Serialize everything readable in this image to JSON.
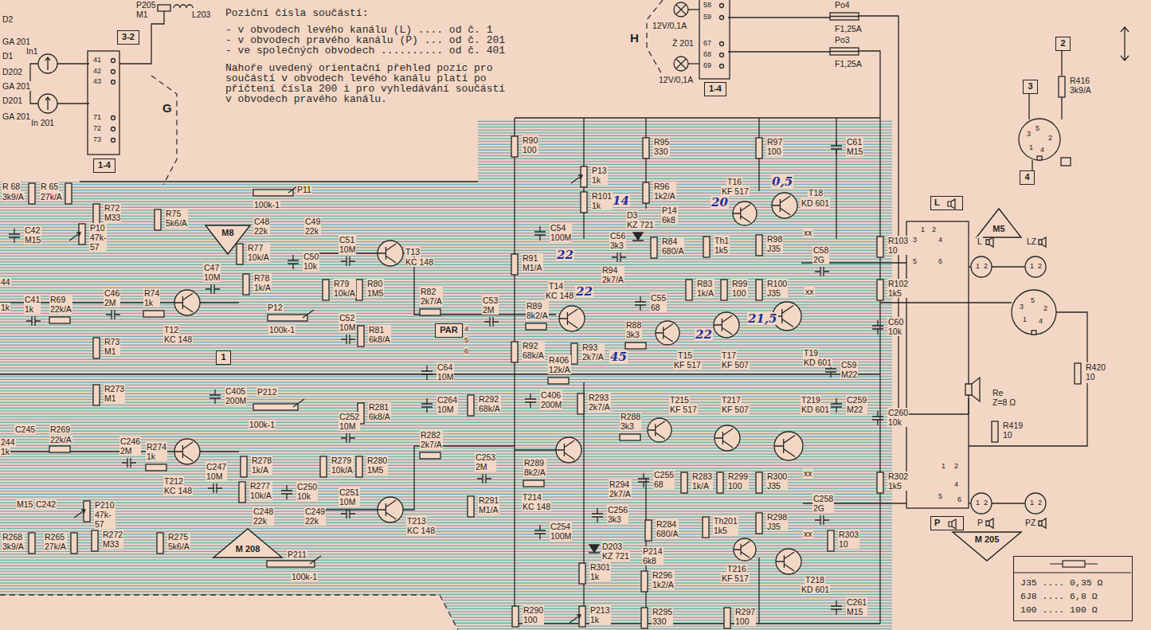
{
  "diagram": {
    "nodes": [
      {
        "text": [
          "3-2"
        ]
      },
      {
        "text": [
          "1-4"
        ]
      },
      {
        "text": [
          "1-4"
        ]
      },
      {
        "text": [
          "1"
        ]
      },
      {
        "text": [
          "PAR"
        ]
      },
      {
        "text": [
          "2"
        ]
      },
      {
        "text": [
          "3"
        ]
      },
      {
        "text": [
          "4"
        ]
      },
      {
        "text": [
          "L"
        ]
      },
      {
        "text": [
          "P"
        ]
      },
      {
        "text": [
          "M5"
        ]
      },
      {
        "text": [
          "M8"
        ]
      },
      {
        "text": [
          "M 208"
        ]
      },
      {
        "text": [
          "M 205"
        ]
      },
      {
        "text": [
          "J35 .... 0,35 Ω",
          "6J8 .... 6,8 Ω",
          "100 .... 100 Ω"
        ]
      }
    ],
    "labels": [
      "D2",
      "P205 M1",
      "L203",
      "GA 201",
      "D1",
      "In1",
      "D202",
      "GA 201",
      "D201",
      "GA 201",
      "In 201",
      "41",
      "42",
      "43",
      "71",
      "72",
      "73",
      "G",
      "Poziční čísla součástí:",
      "- v obvodech levého kanálu (L) .... od č. 1",
      "- v obvodech pravého kanálu (P) ... od č. 201",
      "- ve společných obvodech .......... od č. 401",
      "Nahoře uvedený orientační přehled pozic pro",
      "součástí v obvodech levého kanálu platí po",
      "přičtení čísla 200 i pro vyhledávání součástí",
      "v obvodech pravého kanálu.",
      "H",
      "12V/0,1A",
      "Ž 201",
      "12V/0,1A",
      "58",
      "59",
      "67",
      "68",
      "69",
      "Po4",
      "F1,25A",
      "Po3",
      "F1,25A",
      "R416 3k9/A",
      "3",
      "5",
      "2",
      "1",
      "4",
      "R 68",
      "3k9/A",
      "R 65",
      "27k/A",
      "C42 M15",
      "P10 47k-57",
      "44",
      "1k",
      "C41 1k",
      "R69 22k/A",
      "R72 M33",
      "R75 5k6/A",
      "C46 2M",
      "R74 1k",
      "T12",
      "KC 148",
      "R73 M1",
      "R273 M1",
      "P11",
      "100k-1",
      "C48 22k",
      "C49 22k",
      "C47 10M",
      "R77 10k/A",
      "C50 10k",
      "C51 10M",
      "T13",
      "KC 148",
      "R78 1k/A",
      "P12",
      "100k-1",
      "R79 10k/A",
      "R80 1M5",
      "C52 10M",
      "R81 6k8/A",
      "R82 2k7/A",
      "4",
      "5",
      "6",
      "C405 200M",
      "P212",
      "100k-1",
      "C252 10M",
      "R281 6k8/A",
      "C264 10M",
      "C64 10M",
      "R282 2k7/A",
      "C253 2M",
      "R292 68k/A",
      "C245",
      "R269",
      "22k/A",
      "244",
      "1k",
      "C246 2M",
      "R274 1k",
      "T212",
      "KC 148",
      "C242",
      "M15",
      "P210 47k-57",
      "R268 3k9/A",
      "R265 27k/A",
      "R272 M33",
      "R275 5k6/A",
      "C247 10M",
      "R278 1k/A",
      "R277 10k/A",
      "C248 22k",
      "C249 22k",
      "C250 10k",
      "P211",
      "100k-1",
      "R279 10k/A",
      "R280 1M5",
      "C251 10M",
      "T213",
      "KC 148",
      "R90 100",
      "P13 1k",
      "R101 1k",
      "R95 330",
      "R96 1k2/A",
      "R97 100",
      "C61 M15",
      "T16",
      "KF 517",
      "T18",
      "KD 601",
      "D3",
      "KZ 721",
      "P14 6k8",
      "Th1 1k5",
      "R84 680/A",
      "C54 100M",
      "C56 3k3",
      "R91 M1/A",
      "R94 2k7/A",
      "R98 J35",
      "xx",
      "C58 2G",
      "R103 10",
      "R83 1k/A",
      "R99 100",
      "R100 J35",
      "xx",
      "R102 1k5",
      "C55 68",
      "T14",
      "KC 148",
      "R89 8k2/A",
      "C53 2M",
      "R88 3k3",
      "R92 68k/A",
      "R93 2k7/A",
      "T15",
      "KF 517",
      "T17",
      "KF 507",
      "T19",
      "KD 601",
      "C60 10k",
      "C59 M22",
      "R406 12k/A",
      "C406 200M",
      "R293 2k7/A",
      "R288 3k3",
      "T215",
      "KF 517",
      "T217",
      "KF 507",
      "T219",
      "KD 601",
      "C259 M22",
      "C260 10k",
      "R289 8k2/A",
      "T214",
      "KC 148",
      "C255 68",
      "R283 1k/A",
      "R299 100",
      "R300 J35",
      "xx",
      "R302 1k5",
      "R291 M1/A",
      "R294 2k7/A",
      "C256 3k3",
      "C258 2G",
      "C254 100M",
      "R284 680/A",
      "Th201 1k5",
      "R298 J35",
      "xx",
      "R303 10",
      "D203",
      "KZ 721",
      "P214 6k8",
      "T216",
      "KF 517",
      "T218",
      "KD 601",
      "R301 1k",
      "R296 1k2/A",
      "C261 M15",
      "R290 100",
      "P213 1k",
      "R295 330",
      "R297 100",
      "R420 10",
      "Re",
      "Z=8 Ω",
      "R419 10",
      "L",
      "LZ",
      "P",
      "PZ",
      "1",
      "2",
      "3",
      "4",
      "5",
      "6",
      "1",
      "2",
      "4",
      "5",
      "6",
      "1",
      "2",
      "1",
      "2",
      "1",
      "2",
      "1",
      "2",
      "3",
      "5",
      "2",
      "1",
      "4",
      "0,5",
      "14",
      "20",
      "22",
      "22",
      "45",
      "22",
      "21,5"
    ]
  }
}
